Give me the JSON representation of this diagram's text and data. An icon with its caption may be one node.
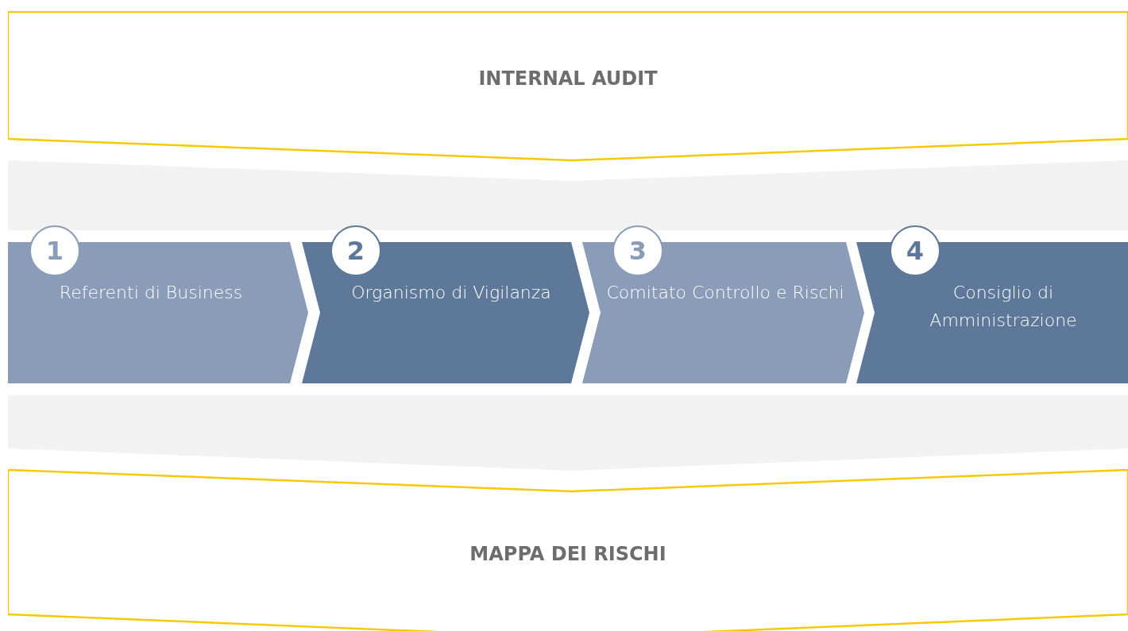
{
  "diagram": {
    "nodes": [
      {
        "text": [
          "INTERNAL AUDIT"
        ]
      },
      {
        "text": [
          "1",
          "Referenti di Business"
        ]
      },
      {
        "text": [
          "2",
          "Organismo di Vigilanza"
        ]
      },
      {
        "text": [
          "3",
          "Comitato Controllo e Rischi"
        ]
      },
      {
        "text": [
          "4",
          "Consiglio di Amministrazione"
        ]
      },
      {
        "text": [
          "MAPPA DEI RISCHI"
        ]
      }
    ]
  }
}
